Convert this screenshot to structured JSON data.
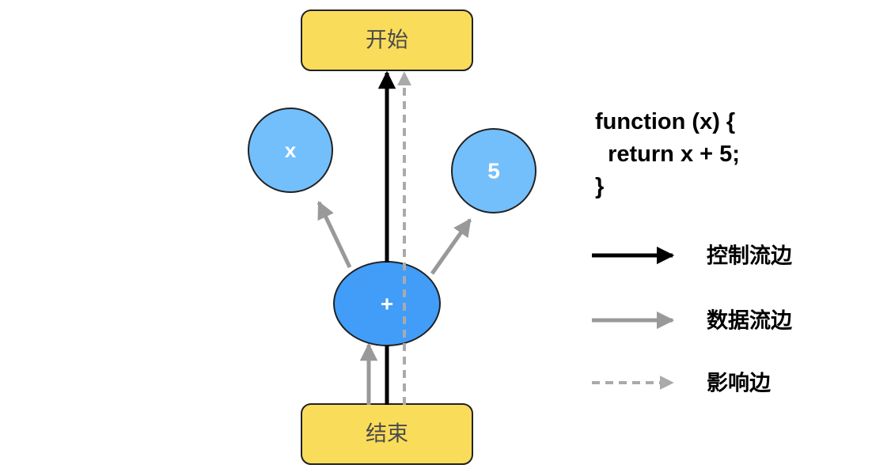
{
  "boxes": {
    "start_label": "开始",
    "end_label": "结束"
  },
  "nodes": {
    "x_label": "x",
    "const_label": "5",
    "op_label": "+"
  },
  "code": {
    "lines": [
      "function (x) {",
      "  return x + 5;",
      "}"
    ]
  },
  "legend": {
    "control_flow": "控制流边",
    "data_flow": "数据流边",
    "effect": "影响边"
  },
  "colors": {
    "box_fill": "#fadc5b",
    "box_stroke": "#222222",
    "node_light": "#73bffb",
    "node_dark": "#419df8",
    "control_edge": "#000000",
    "data_edge": "#999999",
    "effect_edge": "#aaaaaa"
  }
}
